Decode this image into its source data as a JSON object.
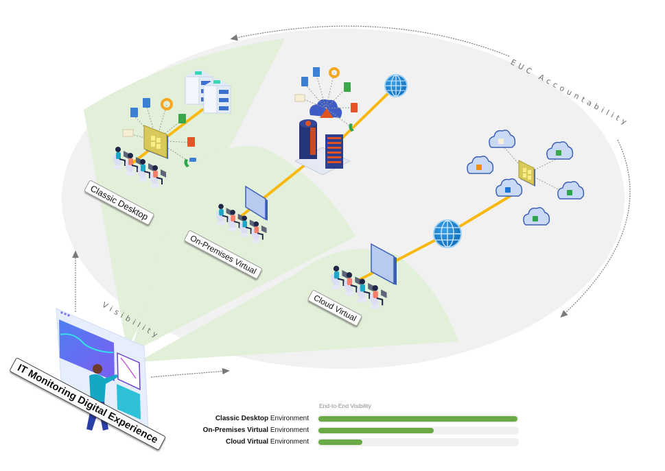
{
  "diagram": {
    "title_badge": "IT Monitoring Digital Experience",
    "arc_labels": {
      "visibility": "Visibility",
      "accountability": "EUC Accountability"
    },
    "environments": [
      {
        "id": "classic-desktop",
        "label": "Classic Desktop",
        "endpoint": "windows-desktop",
        "backend": "on-prem-server-rack",
        "apps": [
          "mail-icon",
          "calendar-icon",
          "document-icon",
          "donut-chart-icon",
          "sheet-icon",
          "presentation-icon",
          "phone-chat-icon"
        ]
      },
      {
        "id": "on-premises-virtual",
        "label": "On-Premises Virtual",
        "endpoint": "virtual-display",
        "backend": "datacenter-with-private-cloud",
        "network": "globe-icon",
        "apps": [
          "mail-icon",
          "calendar-icon",
          "document-icon",
          "donut-chart-icon",
          "sheet-icon",
          "presentation-icon",
          "phone-chat-icon"
        ]
      },
      {
        "id": "cloud-virtual",
        "label": "Cloud Virtual",
        "endpoint": "virtual-display",
        "network": "globe-icon",
        "backend": "public-cloud-services",
        "apps": [
          "mail-cloud",
          "aws-cloud",
          "azure-cloud",
          "sheet-cloud",
          "phone-cloud",
          "workspace-cloud"
        ]
      }
    ],
    "colors": {
      "connection_line": "#f8b80e",
      "visibility_sector": "#e2efd9",
      "scope_ellipse": "#f1f1f1",
      "globe": "#1a82d0",
      "arrow": "#7a7a7a"
    }
  },
  "legend": {
    "title": "End-to-End Visibility",
    "rows": [
      {
        "bold": "Classic Desktop",
        "rest": " Environment",
        "value": 1.0
      },
      {
        "bold": "On-Premises Virtual",
        "rest": " Environment",
        "value": 0.58
      },
      {
        "bold": "Cloud Virtual",
        "rest": " Environment",
        "value": 0.22
      }
    ],
    "bar_color": "#6aaa45",
    "track_color": "#f0f0f0"
  }
}
